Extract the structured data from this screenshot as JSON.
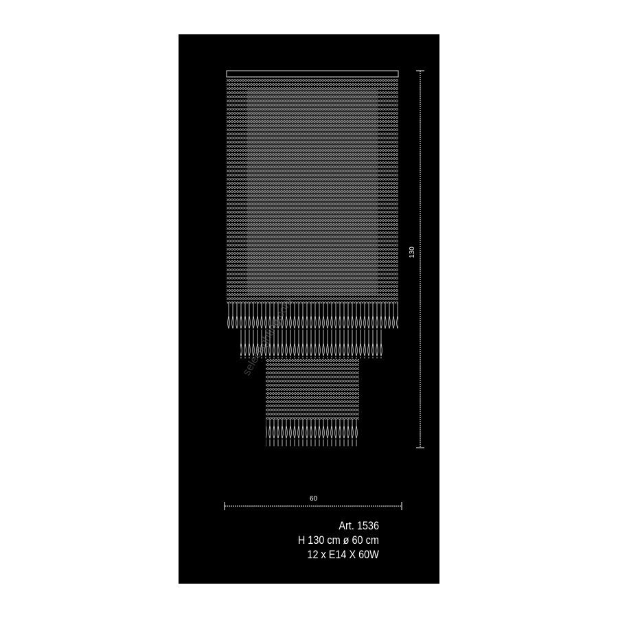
{
  "drawing": {
    "height_dimension_label": "130",
    "width_dimension_label": "60",
    "watermark": "selectlighting.com"
  },
  "specs": {
    "article": "Art. 1536",
    "dimensions": "H 130 cm ø 60 cm",
    "lamps": "12 x E14 X 60W"
  },
  "colors": {
    "background": "#000000",
    "lines": "#ffffff"
  }
}
